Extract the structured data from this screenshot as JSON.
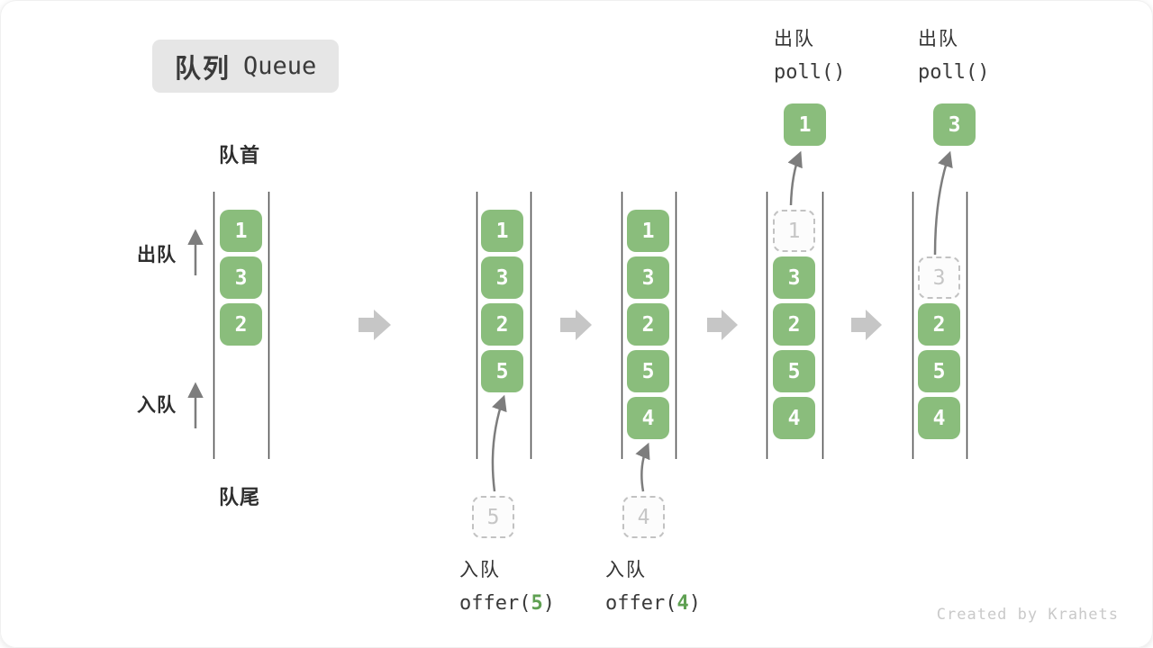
{
  "title": {
    "zh": "队列",
    "en": "Queue"
  },
  "labels": {
    "front": "队首",
    "rear": "队尾",
    "dequeue_side": "出队",
    "enqueue_side": "入队"
  },
  "columns": [
    {
      "cells": [
        "1",
        "3",
        "2"
      ]
    },
    {
      "cells": [
        "1",
        "3",
        "2",
        "5"
      ],
      "incoming": "5"
    },
    {
      "cells": [
        "1",
        "3",
        "2",
        "5",
        "4"
      ],
      "incoming": "4"
    },
    {
      "cells": [
        "3",
        "2",
        "5",
        "4"
      ],
      "removed": "1",
      "polled": "1"
    },
    {
      "cells": [
        "2",
        "5",
        "4"
      ],
      "removed": "3",
      "polled": "3"
    }
  ],
  "ops": {
    "enqueue1": {
      "label": "入队",
      "fn": "offer(",
      "arg": "5",
      "close": ")"
    },
    "enqueue2": {
      "label": "入队",
      "fn": "offer(",
      "arg": "4",
      "close": ")"
    },
    "dequeue1": {
      "label": "出队",
      "code": "poll()"
    },
    "dequeue2": {
      "label": "出队",
      "code": "poll()"
    }
  },
  "colors": {
    "cell_green": "#8ABD7C",
    "arg_green": "#5FA052",
    "flow_arrow_grey": "#C6C6C6",
    "ghost_border_grey": "#C2C2C2",
    "lane_line_grey": "#4D4D4D",
    "badge_grey": "#E6E6E6"
  },
  "watermark": "Created by Krahets"
}
